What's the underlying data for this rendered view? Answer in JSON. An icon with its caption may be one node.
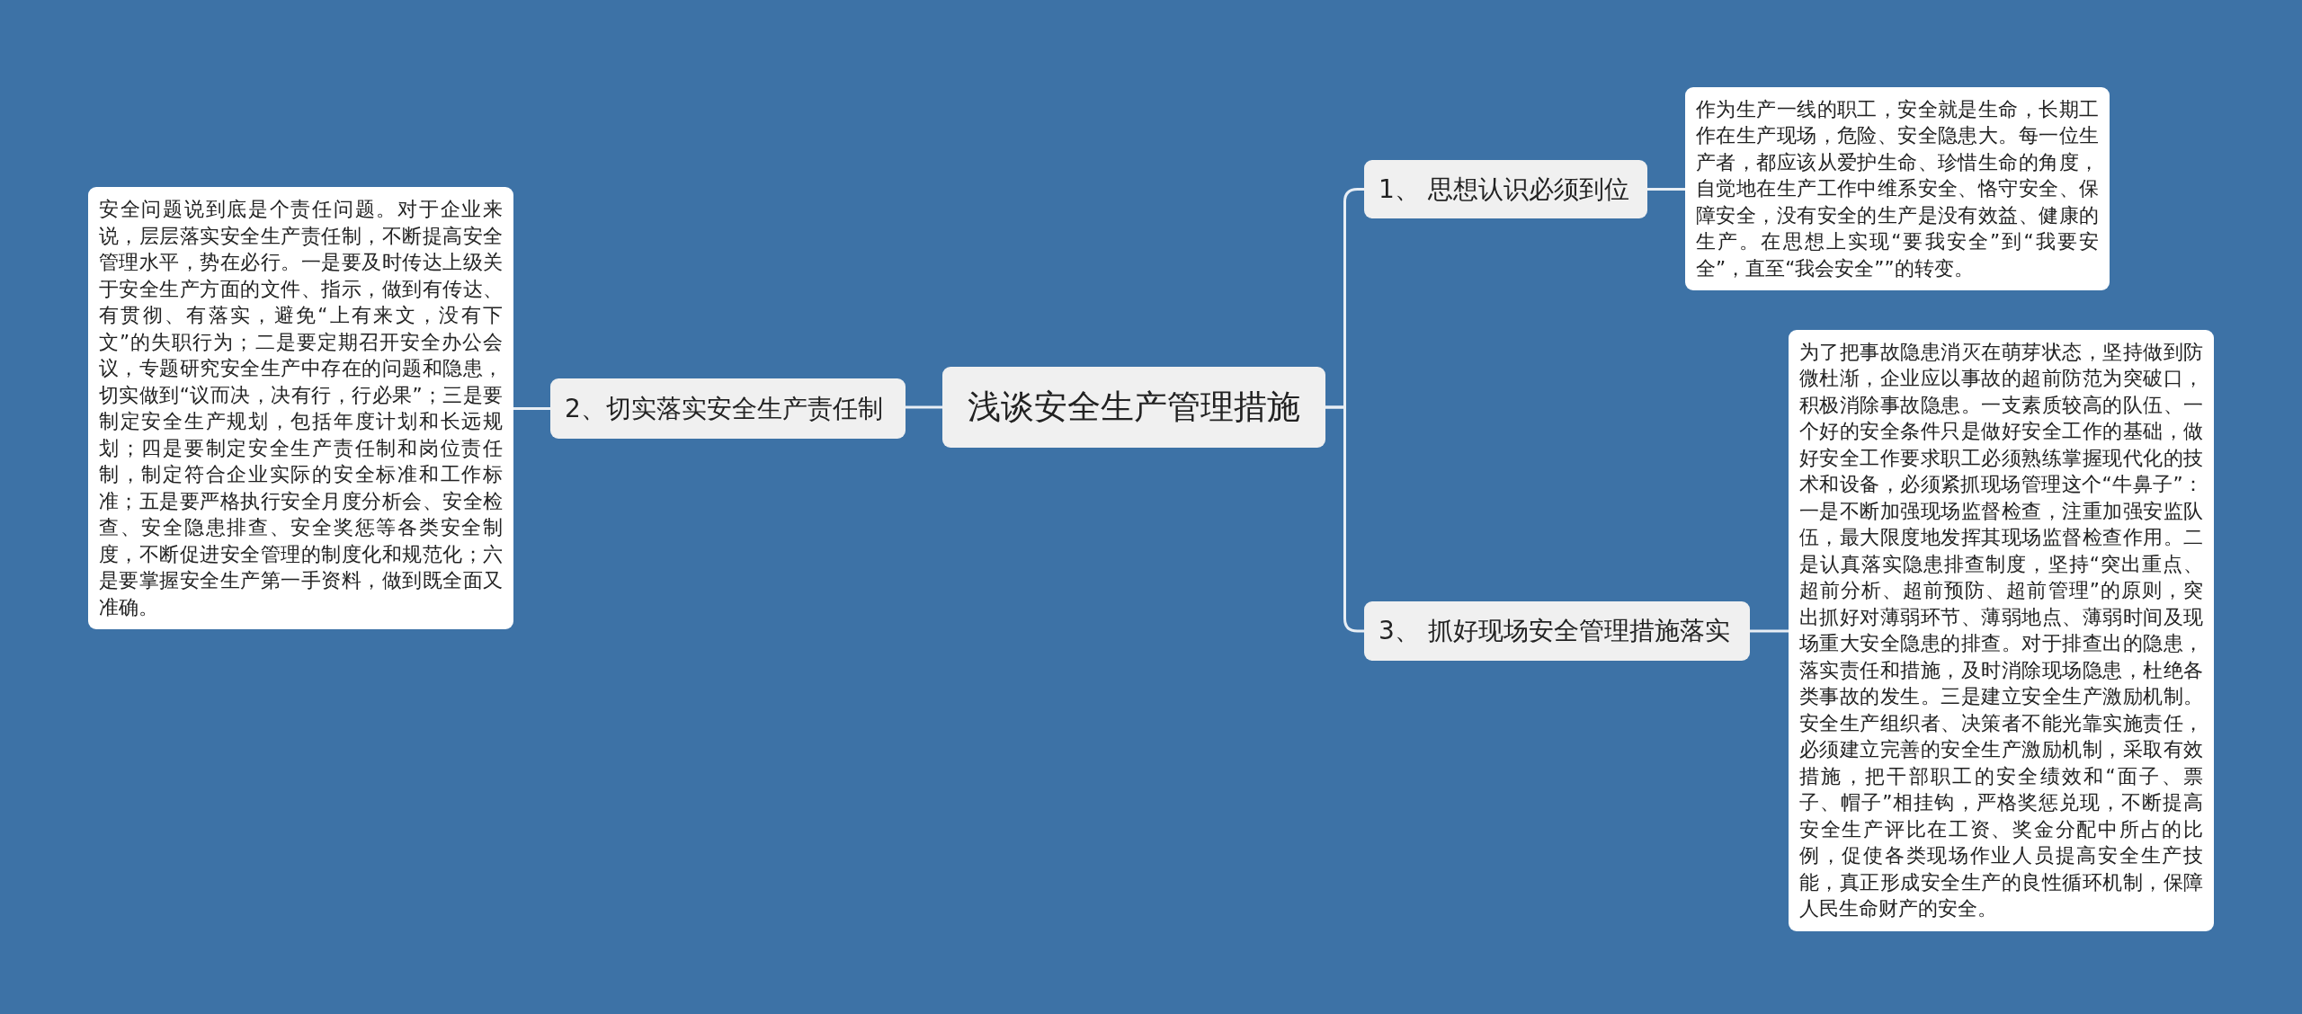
{
  "diagram": {
    "nodes": [
      {
        "text": [
          "浅谈安全生产管理措施"
        ]
      },
      {
        "text": [
          "1、 思想认识必须到位"
        ]
      },
      {
        "text": [
          "2、切实落实安全生产责任制"
        ]
      },
      {
        "text": [
          "3、 抓好现场安全管理措施落实"
        ]
      },
      {
        "text": [
          "作为生产一线的职工，安全就是生命，长期工作在生产现场，危险、安全隐患大。每一位生产者，都应该从爱护生命、珍惜生命的角度，自觉地在生产工作中维系安全、恪守安全、保障安全，没有安全的生产是没有效益、健康的生产。在思想上实现“要我安全”到“我要安全”，直至“我会安全””的转变。"
        ]
      },
      {
        "text": [
          "安全问题说到底是个责任问题。对于企业来说，层层落实安全生产责任制，不断提高安全管理水平，势在必行。一是要及时传达上级关于安全生产方面的文件、指示，做到有传达、有贯彻、有落实，避免“上有来文，没有下文”的失职行为；二是要定期召开安全办公会议，专题研究安全生产中存在的问题和隐患，切实做到“议而决，决有行，行必果”；三是要制定安全生产规划，包括年度计划和长远规划；四是要制定安全生产责任制和岗位责任制，制定符合企业实际的安全标准和工作标准；五是要严格执行安全月度分析会、安全检查、安全隐患排查、安全奖惩等各类安全制度，不断促进安全管理的制度化和规范化；六是要掌握安全生产第一手资料，做到既全面又准确。"
        ]
      },
      {
        "text": [
          "为了把事故隐患消灭在萌芽状态，坚持做到防微杜渐，企业应以事故的超前防范为突破口，积极消除事故隐患。一支素质较高的队伍、一个好的安全条件只是做好安全工作的基础，做好安全工作要求职工必须熟练掌握现代化的技术和设备，必须紧抓现场管理这个“牛鼻子”：一是不断加强现场监督检查，注重加强安监队伍，最大限度地发挥其现场监督检查作用。二是认真落实隐患排查制度，坚持“突出重点、超前分析、超前预防、超前管理”的原则，突出抓好对薄弱环节、薄弱地点、薄弱时间及现场重大安全隐患的排查。对于排查出的隐患，落实责任和措施，及时消除现场隐患，杜绝各类事故的发生。三是建立安全生产激励机制。安全生产组织者、决策者不能光靠实施责任，必须建立完善的安全生产激励机制，采取有效措施，把干部职工的安全绩效和“面子、票子、帽子”相挂钩，严格奖惩兑现，不断提高安全生产评比在工资、奖金分配中所占的比例，促使各类现场作业人员提高安全生产技能，真正形成安全生产的良性循环机制，保障人民生命财产的安全。"
        ]
      }
    ],
    "edges": [
      {
        "from": 0,
        "to": 1,
        "arrow": "none"
      },
      {
        "from": 0,
        "to": 2,
        "arrow": "none"
      },
      {
        "from": 0,
        "to": 3,
        "arrow": "none"
      },
      {
        "from": 1,
        "to": 4,
        "arrow": "none"
      },
      {
        "from": 2,
        "to": 5,
        "arrow": "none"
      },
      {
        "from": 3,
        "to": 6,
        "arrow": "none"
      }
    ]
  }
}
